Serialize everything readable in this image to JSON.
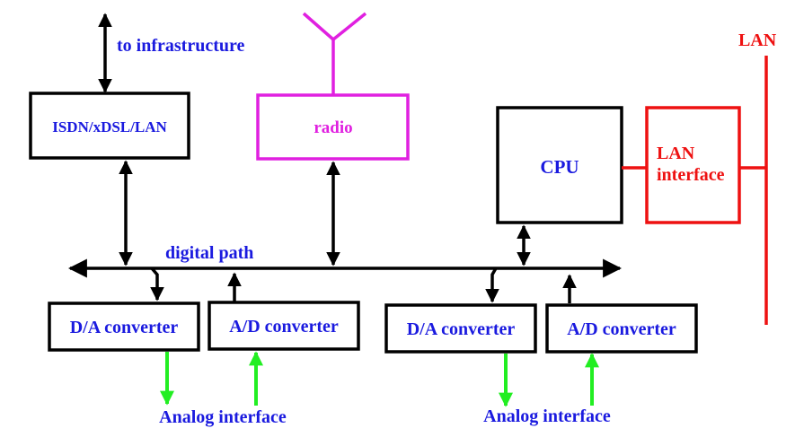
{
  "colors": {
    "black": "#000000",
    "blue": "#1a1adf",
    "magenta": "#e020e0",
    "red": "#ee1111",
    "green": "#22ee22"
  },
  "labels": {
    "to_infrastructure": "to infrastructure",
    "isdn_box": "ISDN/xDSL/LAN",
    "radio_box": "radio",
    "cpu_box": "CPU",
    "lan_interface_line1": "LAN",
    "lan_interface_line2": "interface",
    "lan_bus": "LAN",
    "digital_path": "digital path",
    "da_converter_1": "D/A converter",
    "ad_converter_1": "A/D converter",
    "da_converter_2": "D/A converter",
    "ad_converter_2": "A/D converter",
    "analog_interface_1": "Analog interface",
    "analog_interface_2": "Analog interface"
  }
}
